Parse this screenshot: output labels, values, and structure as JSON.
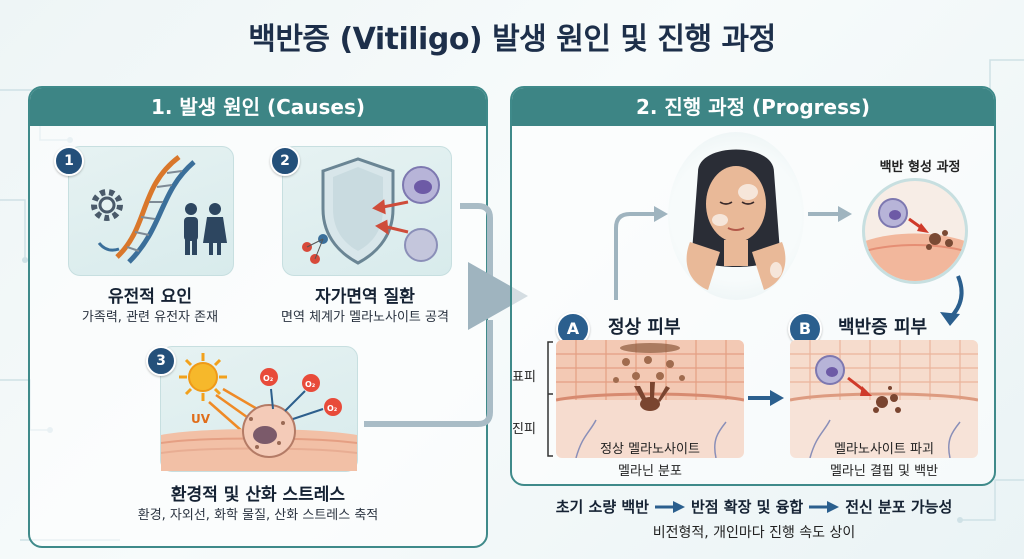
{
  "title": "백반증 (Vitiligo) 발생 원인 및 진행 과정",
  "causes": {
    "header": "1. 발생 원인 (Causes)",
    "items": [
      {
        "num": "1",
        "title": "유전적 요인",
        "subtitle": "가족력, 관련 유전자 존재"
      },
      {
        "num": "2",
        "title": "자가면역 질환",
        "subtitle": "면역 체계가 멜라노사이트 공격"
      },
      {
        "num": "3",
        "title": "환경적 및 산화 스트레스",
        "subtitle": "환경, 자외선, 화학 물질, 산화 스트레스 축적",
        "uv_label": "UV",
        "o2_label": "O₂"
      }
    ]
  },
  "progress": {
    "header": "2. 진행 과정 (Progress)",
    "formation_label": "백반 형성 과정",
    "normal": {
      "badge": "A",
      "title": "정상 피부",
      "cell_label": "정상 멜라노사이트",
      "caption": "멜라닌 분포"
    },
    "vitiligo": {
      "badge": "B",
      "title": "백반증 피부",
      "cell_label": "멜라노사이트 파괴",
      "caption": "멜라닌 결핍 및 백반"
    },
    "layers": {
      "epidermis": "표피",
      "dermis": "진피"
    },
    "stages": [
      "초기 소량 백반",
      "반점 확장 및 융합",
      "전신 분포 가능성"
    ],
    "note": "비전형적, 개인마다 진행 속도 상이"
  },
  "colors": {
    "teal": "#3d8585",
    "navy": "#24507a",
    "skin": "#f3c9b4"
  }
}
